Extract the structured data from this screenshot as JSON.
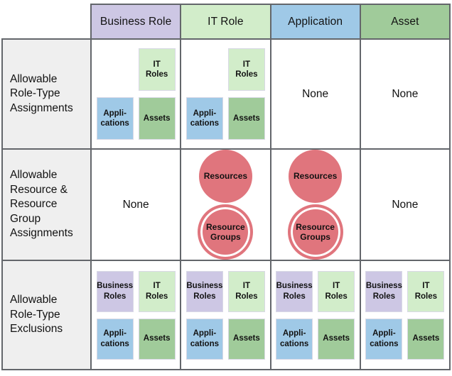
{
  "columns": [
    {
      "label": "Business Role"
    },
    {
      "label": "IT Role"
    },
    {
      "label": "Application"
    },
    {
      "label": "Asset"
    }
  ],
  "rows": [
    {
      "label": "Allowable\nRole-Type\nAssignments"
    },
    {
      "label": "Allowable\nResource &\nResource Group\nAssignments"
    },
    {
      "label": "Allowable\nRole-Type\nExclusions"
    }
  ],
  "box_labels": {
    "business_roles": "Business\nRoles",
    "it_roles": "IT\nRoles",
    "applications": "Appli-\ncations",
    "assets": "Assets"
  },
  "circle_labels": {
    "resources": "Resources",
    "resource_groups": "Resource\nGroups"
  },
  "none_label": "None",
  "colors": {
    "purple": "#cdc7e4",
    "green_light": "#d2edca",
    "blue": "#9fc9e7",
    "green": "#a0cb9a",
    "red": "#e0757d",
    "label_bg": "#efefef",
    "grid_border": "#63666b"
  }
}
